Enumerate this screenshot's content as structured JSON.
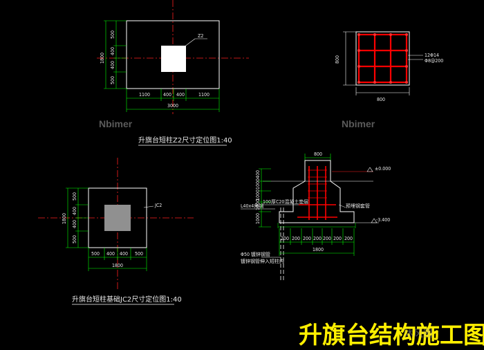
{
  "drawing_title": "升旗台结构施工图",
  "watermarks": {
    "left": "Nbimer",
    "right": "Nbimer",
    "corner": "沐风图"
  },
  "view_z2": {
    "caption": "升旗台短柱Z2尺寸定位图1:40",
    "tag": "Z2",
    "dims_bottom": [
      "1100",
      "400",
      "400",
      "1100"
    ],
    "dim_total": "3000",
    "dims_left": [
      "500",
      "400",
      "400",
      "500"
    ],
    "dim_left_total": "1800"
  },
  "view_section": {
    "dim_width": "800",
    "dim_bottom": "800",
    "callout_1": "12Φ14",
    "callout_2": "Φ8@200"
  },
  "view_jc2": {
    "caption": "升旗台短柱基础JC2尺寸定位图1:40",
    "tag": "JC2",
    "dims_bottom": [
      "500",
      "400",
      "400",
      "500"
    ],
    "dim_total": "1800",
    "dims_left": [
      "500",
      "400",
      "400",
      "500"
    ],
    "dim_left_total": "1800"
  },
  "view_detail": {
    "dim_top": "800",
    "level_top": "±0.000",
    "level_bottom": "-3.400",
    "note_1": "100厚C20混凝土垫层",
    "note_2": "L40x4角钢",
    "note_3": "预埋钢套管",
    "note_4": "Φ50 镀锌钢管",
    "note_5": "镀锌钢管伸入短柱内",
    "dims_bottom": [
      "200",
      "200",
      "200",
      "200",
      "200",
      "200",
      "200"
    ],
    "dim_total": "1800",
    "dims_left": [
      "400",
      "1000",
      "1000",
      "1000",
      "1000"
    ]
  },
  "colors": {
    "line": "#ffffff",
    "dimension": "#00ff00",
    "axis": "#ff2020",
    "title": "#ffef00",
    "rebar": "#ff0000"
  }
}
